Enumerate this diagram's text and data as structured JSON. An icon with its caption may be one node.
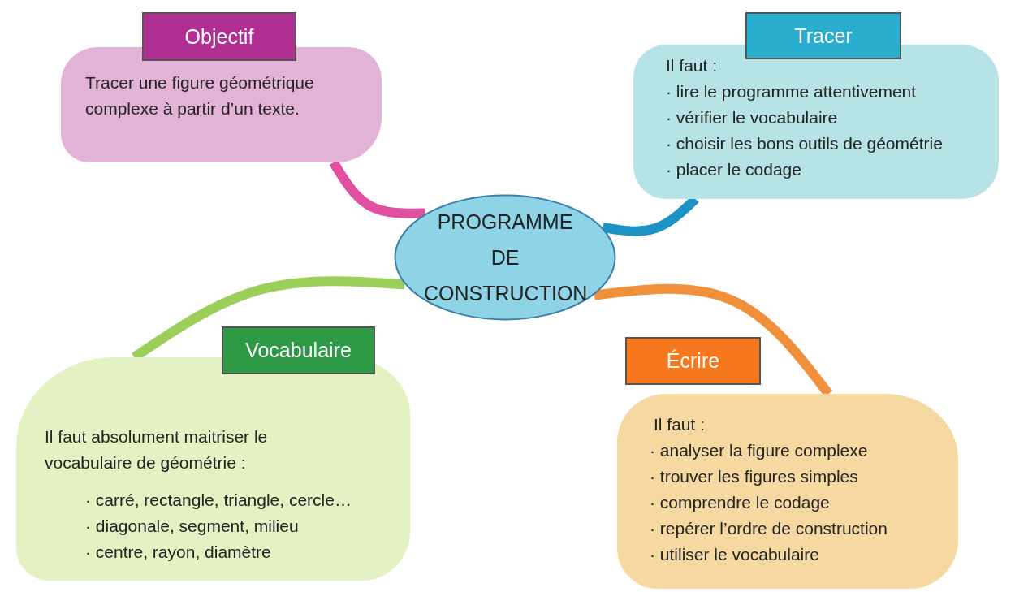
{
  "diagram": {
    "nodes": [
      {
        "text": [
          "PROGRAMME DE CONSTRUCTION"
        ]
      },
      {
        "text": [
          "Objectif"
        ]
      },
      {
        "text": [
          "Tracer une figure géométrique complexe à partir d’un texte."
        ]
      },
      {
        "text": [
          "Tracer"
        ]
      },
      {
        "text": [
          "Il faut :",
          "· lire le programme attentivement",
          "· vérifier le vocabulaire",
          "· choisir les bons outils de géométrie",
          "· placer le codage"
        ]
      },
      {
        "text": [
          "Vocabulaire"
        ]
      },
      {
        "text": [
          "Il faut absolument maitriser le vocabulaire de géométrie :",
          "· carré, rectangle, triangle, cercle…",
          "· diagonale, segment, milieu",
          "· centre, rayon, diamètre"
        ]
      },
      {
        "text": [
          "Écrire"
        ]
      },
      {
        "text": [
          "Il faut :",
          "· analyser la figure complexe",
          "· trouver les figures simples",
          "· comprendre le codage",
          "· repérer l’ordre de construction",
          "· utiliser le vocabulaire"
        ]
      }
    ],
    "edges": [
      {
        "from": 0,
        "to": 2,
        "arrow": "none",
        "color": "#e0509f"
      },
      {
        "from": 0,
        "to": 4,
        "arrow": "none",
        "color": "#1c93c4"
      },
      {
        "from": 0,
        "to": 6,
        "arrow": "none",
        "color": "#9ccf5a"
      },
      {
        "from": 0,
        "to": 8,
        "arrow": "none",
        "color": "#f0903a"
      }
    ]
  }
}
